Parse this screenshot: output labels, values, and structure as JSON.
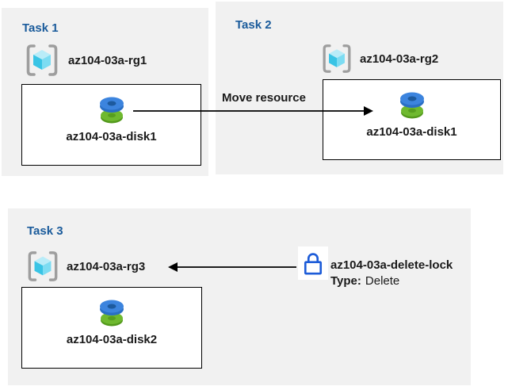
{
  "colors": {
    "panel_gray": "#f1f1f1",
    "title_blue": "#1a5b9b",
    "text": "#1a1a1a",
    "lock_blue": "#1d5cd8",
    "arrow_black": "#000000",
    "disk_blue_top": "#3c84de",
    "disk_blue_hole": "#1d5a9e",
    "disk_green_top": "#6fb92f",
    "disk_green_side": "#53991c",
    "cube_top": "#b9ecf8",
    "cube_left": "#39c4e5",
    "cube_right": "#7cdcf2",
    "bracket_gray": "#9e9e9e"
  },
  "tasks": [
    {
      "title": "Task 1",
      "rg_label": "az104-03a-rg1",
      "disk_label": "az104-03a-disk1"
    },
    {
      "title": "Task 2",
      "rg_label": "az104-03a-rg2",
      "disk_label": "az104-03a-disk1"
    },
    {
      "title": "Task 3",
      "rg_label": "az104-03a-rg3",
      "disk_label": "az104-03a-disk2"
    }
  ],
  "move_arrow": {
    "label": "Move resource"
  },
  "lock": {
    "name": "az104-03a-delete-lock",
    "type_label": "Type:",
    "type_value": "Delete"
  },
  "icons": {
    "resource_group": "resource-group-icon",
    "disk": "disk-icon",
    "lock": "lock-icon"
  }
}
